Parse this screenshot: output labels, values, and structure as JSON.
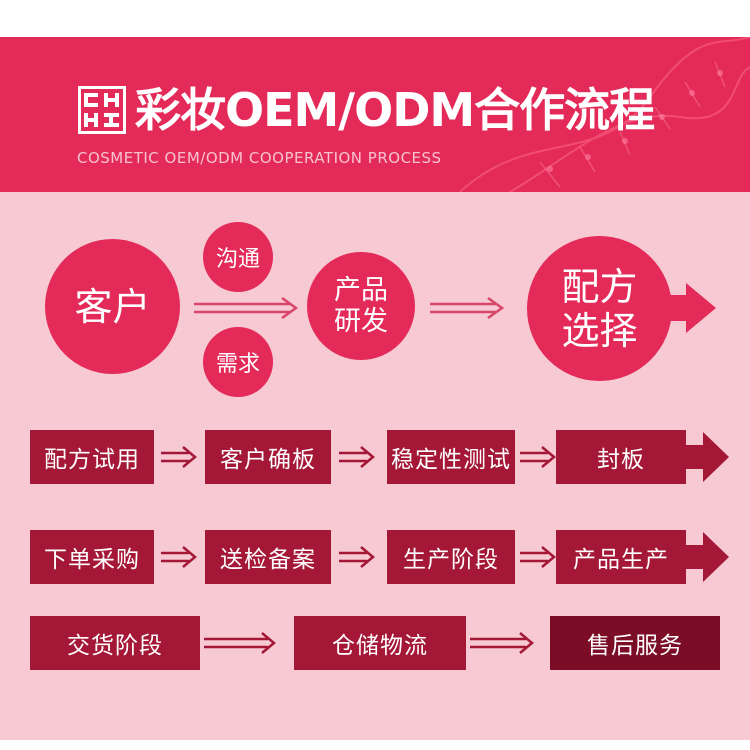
{
  "header": {
    "title": "彩妆OEM/ODM合作流程",
    "subtitle": "COSMETIC OEM/ODM COOPERATION PROCESS",
    "logo_text": "CHXI"
  },
  "colors": {
    "header_bg": "#e42a58",
    "content_bg": "#f6c9d3",
    "circle": "#e42a58",
    "box": "#a41736",
    "box_last": "#7b0e26",
    "arrow": "#c8294f"
  },
  "flow_top": {
    "customer": "客户",
    "communicate": "沟通",
    "demand": "需求",
    "product_rd_line1": "产品",
    "product_rd_line2": "研发",
    "formula_line1": "配方",
    "formula_line2": "选择"
  },
  "steps_row1": [
    "配方试用",
    "客户确板",
    "稳定性测试",
    "封板"
  ],
  "steps_row2": [
    "下单采购",
    "送检备案",
    "生产阶段",
    "产品生产"
  ],
  "steps_row3": [
    "交货阶段",
    "仓储物流",
    "售后服务"
  ]
}
